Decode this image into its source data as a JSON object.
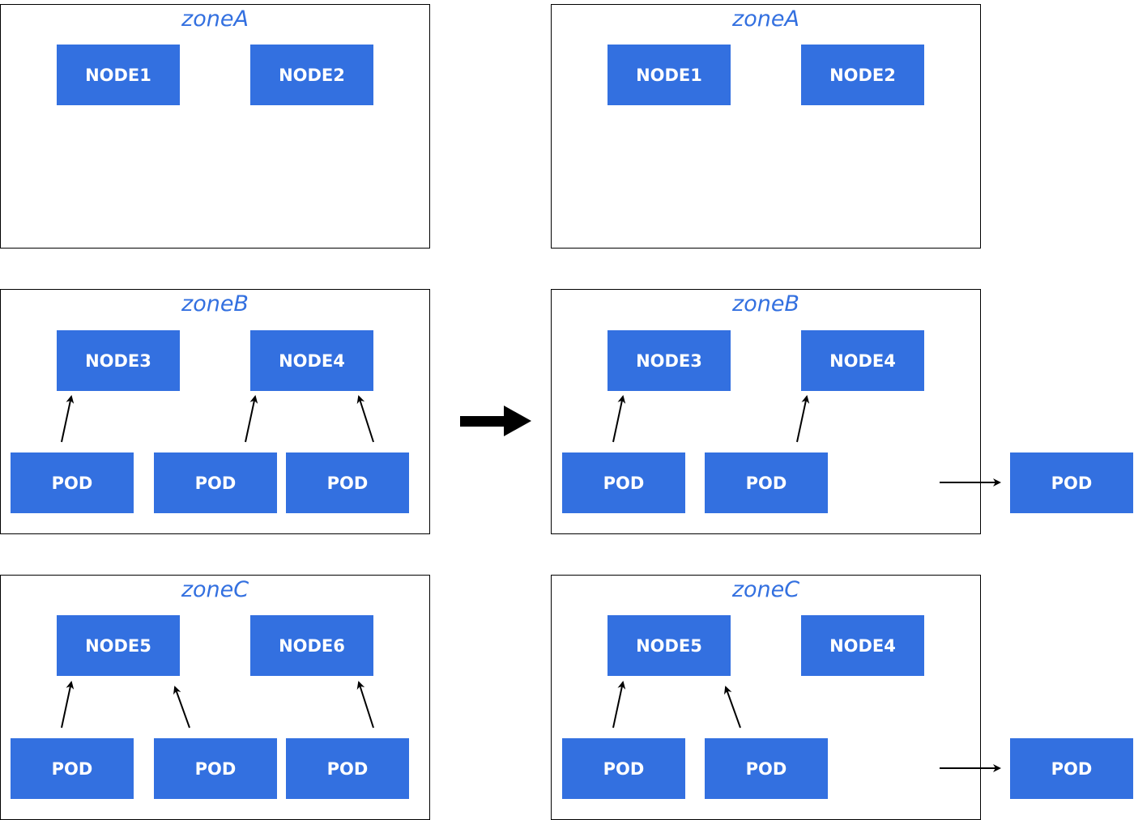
{
  "left": {
    "zoneA": {
      "label": "zoneA",
      "nodes": [
        "NODE1",
        "NODE2"
      ]
    },
    "zoneB": {
      "label": "zoneB",
      "nodes": [
        "NODE3",
        "NODE4"
      ],
      "pods": [
        "POD",
        "POD",
        "POD"
      ]
    },
    "zoneC": {
      "label": "zoneC",
      "nodes": [
        "NODE5",
        "NODE6"
      ],
      "pods": [
        "POD",
        "POD",
        "POD"
      ]
    }
  },
  "right": {
    "zoneA": {
      "label": "zoneA",
      "nodes": [
        "NODE1",
        "NODE2"
      ]
    },
    "zoneB": {
      "label": "zoneB",
      "nodes": [
        "NODE3",
        "NODE4"
      ],
      "pods": [
        "POD",
        "POD"
      ],
      "evicted_pod": "POD"
    },
    "zoneC": {
      "label": "zoneC",
      "nodes": [
        "NODE5",
        "NODE4"
      ],
      "pods": [
        "POD",
        "POD"
      ],
      "evicted_pod": "POD"
    }
  },
  "colors": {
    "accent": "#3370e0",
    "border": "#000000",
    "arrow": "#000000"
  }
}
